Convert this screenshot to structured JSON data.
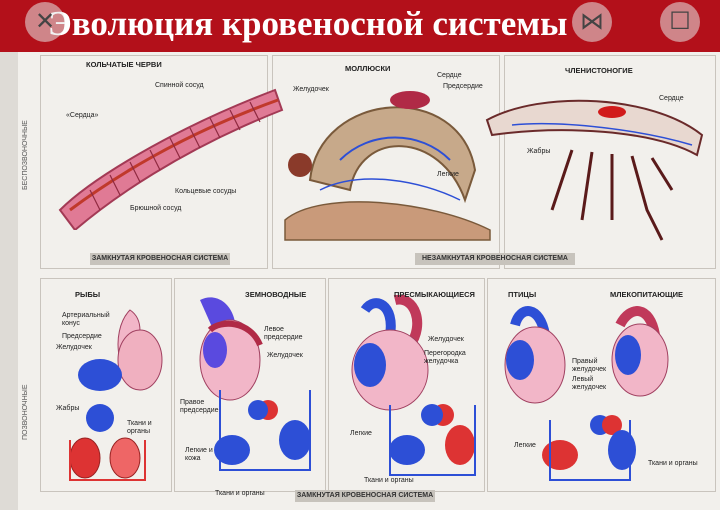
{
  "title": "Эволюция кровеносной системы",
  "overlay": {
    "close_icon": "close-icon",
    "share_icon": "share-icon",
    "bookmark_icon": "bookmark-icon"
  },
  "side_labels": {
    "invertebrates": "БЕСПОЗВОНОЧНЫЕ",
    "vertebrates": "ПОЗВОНОЧНЫЕ"
  },
  "invertebrates": {
    "worms": {
      "header": "КОЛЬЧАТЫЕ ЧЕРВИ",
      "dorsal": "Спинной сосуд",
      "hearts": "«Сердца»",
      "ring": "Кольцевые сосуды",
      "ventral": "Брюшной сосуд"
    },
    "mollusks": {
      "header": "МОЛЛЮСКИ",
      "heart": "Сердце",
      "atrium": "Предсердие",
      "ventricle": "Желудочек",
      "lungs": "Легкие"
    },
    "arthropods": {
      "header": "ЧЛЕНИСТОНОГИЕ",
      "heart": "Сердце",
      "gills": "Жабры"
    },
    "closed_banner": "ЗАМКНУТАЯ КРОВЕНОСНАЯ СИСТЕМА",
    "open_banner": "НЕЗАМКНУТАЯ КРОВЕНОСНАЯ СИСТЕМА"
  },
  "vertebrates": {
    "fish": {
      "header": "РЫБЫ",
      "cone": "Артериальный конус",
      "atrium": "Предсердие",
      "ventricle": "Желудочек",
      "gills": "Жабры",
      "tissues": "Ткани и органы"
    },
    "amphibians": {
      "header": "ЗЕМНОВОДНЫЕ",
      "left_atrium": "Левое предсердие",
      "ventricle": "Желудочек",
      "right_atrium": "Правое предсердие",
      "lungs_skin": "Легкие и кожа",
      "tissues": "Ткани и органы"
    },
    "reptiles": {
      "header": "ПРЕСМЫКАЮЩИЕСЯ",
      "ventricle": "Желудочек",
      "septum": "Перегородка желудочка",
      "lungs": "Легкие",
      "tissues": "Ткани и органы"
    },
    "birds": {
      "header": "ПТИЦЫ"
    },
    "mammals": {
      "header": "МЛЕКОПИТАЮЩИЕ",
      "right_ventricle": "Правый желудочек",
      "left_ventricle": "Левый желудочек",
      "lungs": "Легкие",
      "tissues": "Ткани и органы"
    },
    "closed_banner": "ЗАМКНУТАЯ КРОВЕНОСНАЯ СИСТЕМА"
  }
}
